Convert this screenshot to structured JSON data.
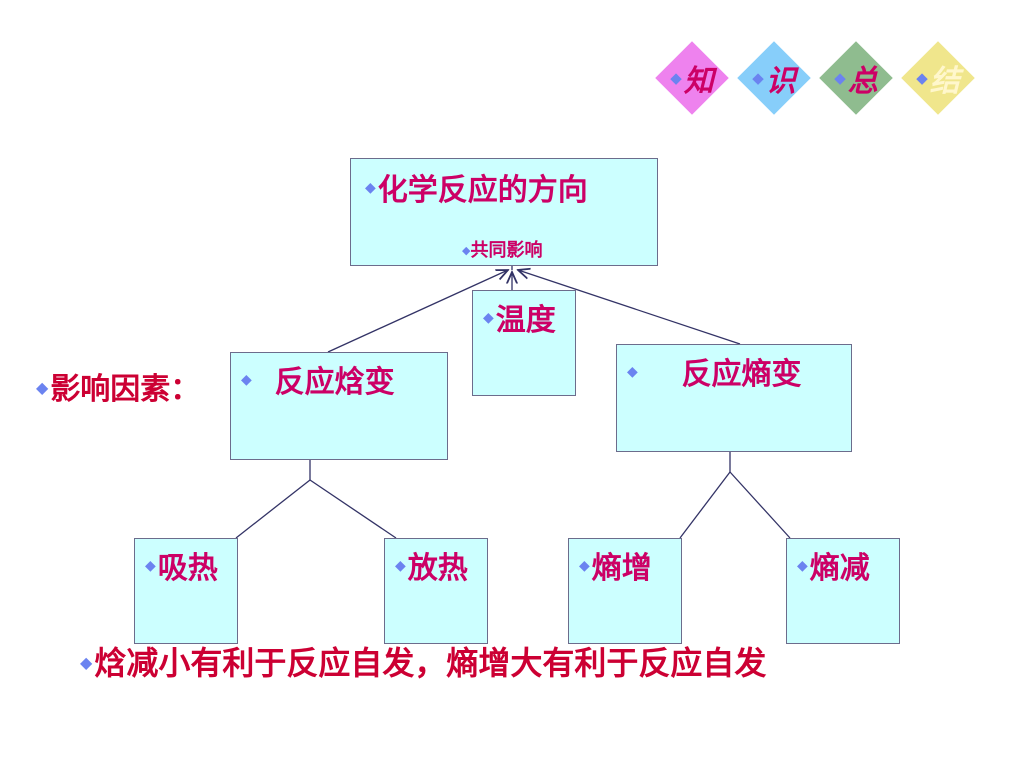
{
  "header_badge": {
    "chars": [
      "知",
      "识",
      "总",
      "结"
    ],
    "colors": [
      "#ee82ee",
      "#87cefa",
      "#8fbc8f",
      "#f0e68c"
    ],
    "text_color": "#cc0066",
    "bullet_color": "#6b83f0"
  },
  "diagram": {
    "top_box_text": "化学反应的方向",
    "joint_label": "共同影响",
    "factors_label": "影响因素：",
    "temperature_text": "温度",
    "enthalpy_text": "反应焓变",
    "entropy_text": "反应熵变",
    "endothermic_text": "吸热",
    "exothermic_text": "放热",
    "entropy_increase_text": "熵增",
    "entropy_decrease_text": "熵减"
  },
  "conclusion_text": "焓减小有利于反应自发，熵增大有利于反应自发",
  "colors": {
    "box_fill": "#ccffff",
    "box_text": "#cc0066",
    "label_text": "#cc0033",
    "line": "#333366"
  }
}
